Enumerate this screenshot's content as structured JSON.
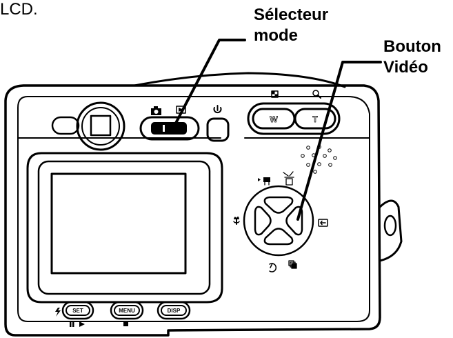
{
  "intro_text": "LCD.",
  "callouts": {
    "mode_selector": {
      "line1": "Sélecteur",
      "line2": "mode"
    },
    "video_button": {
      "line1": "Bouton",
      "line2": "Vidéo"
    }
  },
  "camera": {
    "zoom_buttons": {
      "wide": "W",
      "tele": "T"
    },
    "bottom_buttons": {
      "set": "SET",
      "menu": "MENU",
      "disp": "DISP"
    }
  }
}
